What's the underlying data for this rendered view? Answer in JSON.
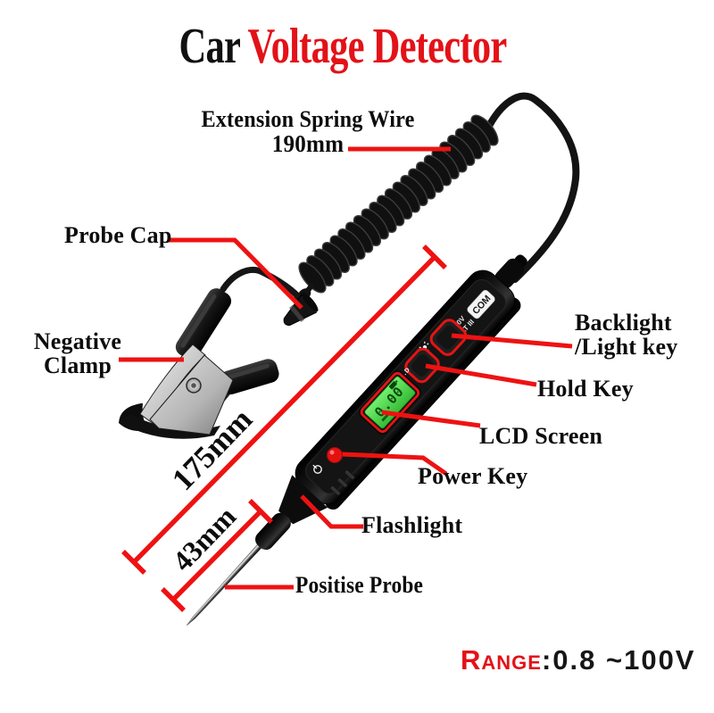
{
  "title": {
    "prefix": "Car ",
    "highlight": "Voltage Detector"
  },
  "annotations": {
    "spring_wire": {
      "line1": "Extension Spring Wire",
      "line2": "190mm"
    },
    "probe_cap": "Probe Cap",
    "negative_clamp": {
      "line1": "Negative",
      "line2": "Clamp"
    },
    "backlight": {
      "line1": "Backlight",
      "line2": "/Light key"
    },
    "hold_key": "Hold Key",
    "lcd_screen": "LCD Screen",
    "power_key": "Power Key",
    "flashlight": "Flashlight",
    "positive_probe": "Positise Probe",
    "length_total": "175mm",
    "length_probe": "43mm"
  },
  "range": {
    "label": "Range",
    "value": ":0.8 ~100V"
  },
  "device": {
    "connector_label": "COM",
    "rating_line1": "300V",
    "rating_line2": "CAT III",
    "hold_button": "HOLD",
    "lcd_value": "0.00"
  },
  "colors": {
    "accent_red": "#ee1212",
    "title_red": "#e31218",
    "lcd_green": "#4fdc4a",
    "body_black": "#141414",
    "metal_silver": "#d8d8d8"
  }
}
